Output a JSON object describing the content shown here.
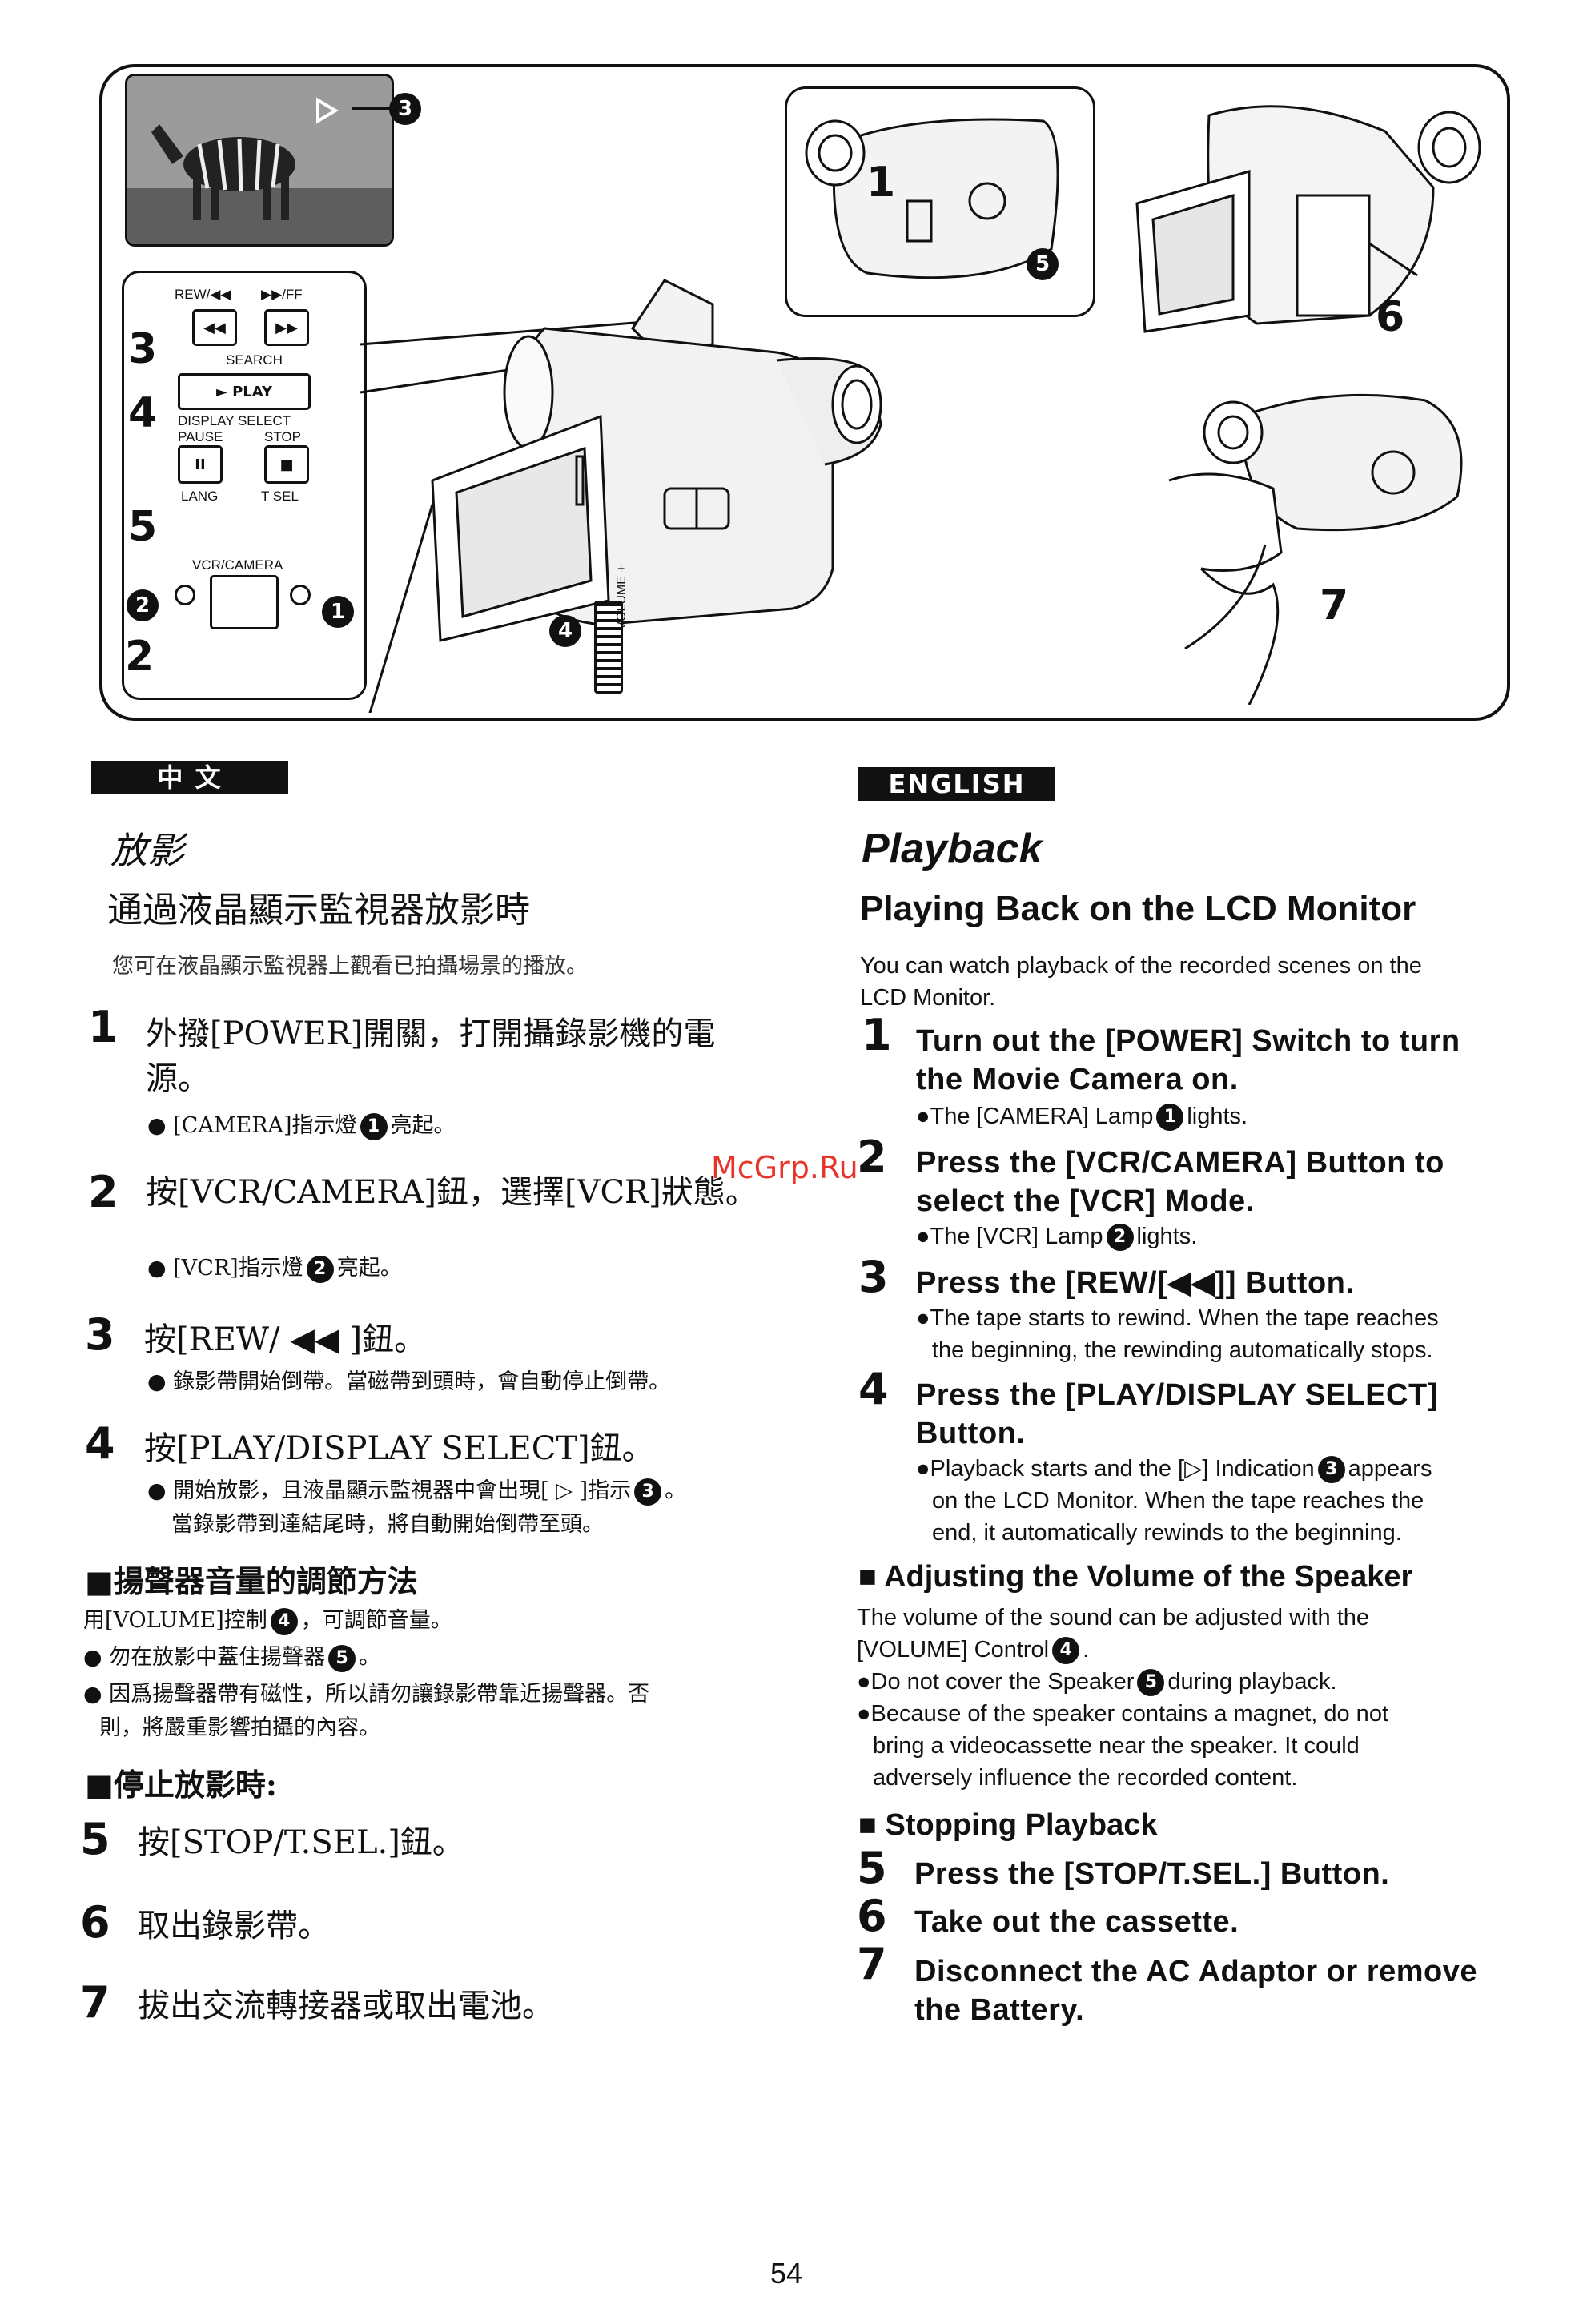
{
  "figure": {
    "callouts": {
      "c1": "1",
      "c2": "2",
      "c3": "3",
      "c4": "4",
      "c5": "5",
      "c6": "6",
      "c7": "7"
    },
    "circled": {
      "one": "1",
      "two": "2",
      "three": "3",
      "four": "4",
      "five": "5"
    },
    "controls": {
      "rew_ff": "REW/◀◀",
      "ff": "▶▶/FF",
      "rew_btn": "◀◀",
      "ff_btn": "▶▶",
      "search": "SEARCH",
      "play_btn": "► PLAY",
      "display_select": "DISPLAY SELECT",
      "pause": "PAUSE",
      "stop": "STOP",
      "pause_btn": "II",
      "stop_btn": "■",
      "lang": "LANG",
      "tsel": "T SEL",
      "vcr_camera": "VCR/CAMERA",
      "volume": "– VOLUME +"
    }
  },
  "watermark": "McGrp.Ru",
  "chinese": {
    "badge": "中 文",
    "title": "放影",
    "subtitle": "通過液晶顯示監視器放影時",
    "intro": "您可在液晶顯示監視器上觀看已拍攝場景的播放。",
    "steps": [
      {
        "num": "1",
        "text": "外撥[POWER]開關，打開攝錄影機的電",
        "text2": "源。",
        "note_pre": "● [CAMERA]指示燈",
        "note_circ": "1",
        "note_post": "亮起。"
      },
      {
        "num": "2",
        "text": "按[VCR/CAMERA]鈕，選擇[VCR]狀態。",
        "note_pre": "● [VCR]指示燈",
        "note_circ": "2",
        "note_post": "亮起。"
      },
      {
        "num": "3",
        "text": "按[REW/ ◀◀ ]鈕。",
        "note": "● 錄影帶開始倒帶。當磁帶到頭時，會自動停止倒帶。"
      },
      {
        "num": "4",
        "text": "按[PLAY/DISPLAY SELECT]鈕。",
        "note_pre": "● 開始放影，且液晶顯示監視器中會出現[ ▷ ]指示",
        "note_circ": "3",
        "note_post": "。",
        "note2": "當錄影帶到達結尾時，將自動開始倒帶至頭。"
      }
    ],
    "volume_heading": "■揚聲器音量的調節方法",
    "volume_line_pre": "用[VOLUME]控制",
    "volume_line_circ": "4",
    "volume_line_post": "，可調節音量。",
    "volume_bullet1_pre": "● 勿在放影中蓋住揚聲器",
    "volume_bullet1_circ": "5",
    "volume_bullet1_post": "。",
    "volume_bullet2": "● 因爲揚聲器帶有磁性，所以請勿讓錄影帶靠近揚聲器。否",
    "volume_bullet2b": "則，將嚴重影響拍攝的內容。",
    "stop_heading": "■停止放影時:",
    "steps2": [
      {
        "num": "5",
        "text": "按[STOP/T.SEL.]鈕。"
      },
      {
        "num": "6",
        "text": "取出錄影帶。"
      },
      {
        "num": "7",
        "text": "拔出交流轉接器或取出電池。"
      }
    ]
  },
  "english": {
    "badge": "ENGLISH",
    "title": "Playback",
    "subtitle": "Playing Back on the LCD Monitor",
    "intro1": "You can watch playback of the recorded scenes on the",
    "intro2": "LCD Monitor.",
    "step1": {
      "num": "1",
      "l1": "Turn out the [POWER] Switch to turn",
      "l2": "the Movie Camera on.",
      "note_pre": "●The [CAMERA] Lamp",
      "note_circ": "1",
      "note_post": "lights."
    },
    "step2": {
      "num": "2",
      "l1": "Press the [VCR/CAMERA] Button to",
      "l2": "select the [VCR] Mode.",
      "note_pre": "●The [VCR] Lamp",
      "note_circ": "2",
      "note_post": "lights."
    },
    "step3": {
      "num": "3",
      "l1": "Press the [REW/[◀◀]] Button.",
      "n1": "●The tape starts to rewind. When the tape reaches",
      "n2": "the beginning, the rewinding automatically stops."
    },
    "step4": {
      "num": "4",
      "l1": "Press the [PLAY/DISPLAY SELECT]",
      "l2": "Button.",
      "n1_pre": "●Playback starts and the [▷] Indication",
      "n1_circ": "3",
      "n1_post": "appears",
      "n2": "on the LCD Monitor. When the tape reaches the",
      "n3": "end, it automatically rewinds to the beginning."
    },
    "volume_heading": "■  Adjusting the Volume of the Speaker",
    "volume_l1": "The volume of the sound can be adjusted with the",
    "volume_l2_pre": "[VOLUME] Control",
    "volume_l2_circ": "4",
    "volume_l2_post": ".",
    "volume_b1_pre": "●Do not cover the Speaker",
    "volume_b1_circ": "5",
    "volume_b1_post": "during playback.",
    "volume_b2_1": "●Because of the speaker contains a magnet, do not",
    "volume_b2_2": "bring a videocassette near the speaker. It could",
    "volume_b2_3": "adversely influence the recorded content.",
    "stop_heading": "■  Stopping Playback",
    "step5": {
      "num": "5",
      "l1": "Press the [STOP/T.SEL.] Button."
    },
    "step6": {
      "num": "6",
      "l1": "Take out the cassette."
    },
    "step7": {
      "num": "7",
      "l1": "Disconnect the AC Adaptor or remove",
      "l2": "the Battery."
    }
  },
  "page_number": "54"
}
